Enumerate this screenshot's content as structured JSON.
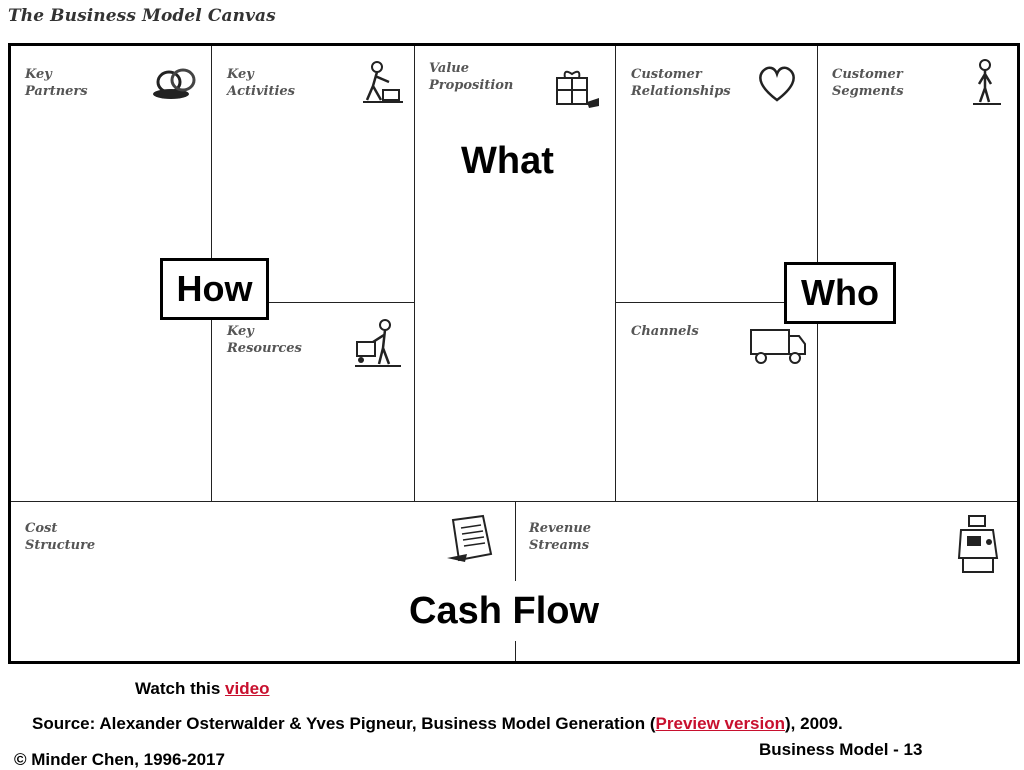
{
  "page": {
    "title": "The Business Model Canvas"
  },
  "blocks": {
    "key_partners": "Key\nPartners",
    "key_activities": "Key\nActivities",
    "key_resources": "Key\nResources",
    "value_proposition": "Value\nProposition",
    "customer_relationships": "Customer\nRelationships",
    "channels": "Channels",
    "customer_segments": "Customer\nSegments",
    "cost_structure": "Cost\nStructure",
    "revenue_streams": "Revenue\nStreams"
  },
  "overlays": {
    "what": "What",
    "how": "How",
    "who": "Who",
    "cash_flow": "Cash Flow"
  },
  "footer": {
    "watch_prefix": "Watch this ",
    "watch_link": "video",
    "source_prefix": "Source: Alexander Osterwalder & Yves Pigneur, Business Model Generation (",
    "source_link": "Preview version",
    "source_suffix": "), 2009.",
    "page_label": "Business Model - 13",
    "copyright": "© Minder Chen, 1996-2017"
  },
  "colors": {
    "link": "#c8102e",
    "border": "#000000",
    "label": "#555555"
  },
  "icons": [
    "chain-links-icon",
    "worker-icon",
    "gift-box-icon",
    "heart-icon",
    "person-icon",
    "delivery-worker-icon",
    "truck-icon",
    "receipt-icon",
    "cash-register-icon"
  ]
}
